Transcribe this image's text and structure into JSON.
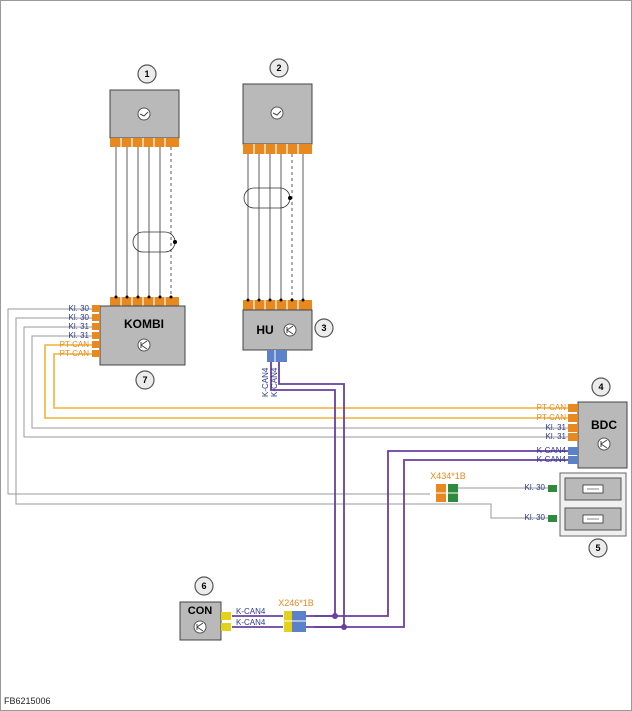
{
  "diagram": {
    "components": {
      "kombi": "KOMBI",
      "hu": "HU",
      "bdc": "BDC",
      "con": "CON"
    },
    "callouts": [
      "1",
      "2",
      "3",
      "4",
      "5",
      "6",
      "7"
    ],
    "connectors": {
      "x434": "X434*1B",
      "x246": "X246*1B"
    },
    "kombi_pins": [
      "Kl. 30",
      "Kl. 30",
      "Kl. 31",
      "Kl. 31",
      "PT-CAN",
      "PT-CAN"
    ],
    "hu_pins": [
      "K-CAN4",
      "K-CAN4"
    ],
    "bdc_pins": [
      "PT-CAN",
      "PT-CAN",
      "Kl. 31",
      "Kl. 31",
      "K-CAN4",
      "K-CAN4"
    ],
    "fuse_pins": [
      "Kl. 30",
      "Kl. 30"
    ],
    "con_pins": [
      "K-CAN4",
      "K-CAN4"
    ],
    "colors": {
      "pt_can": "#f0b23a",
      "k_can": "#6a3f9e",
      "ground": "#9a9a9a",
      "pin_orange": "#e8891f",
      "pin_blue": "#5b82c8",
      "pin_green": "#2e8b3e",
      "pin_yellow": "#e4d21a",
      "box": "#b9b9b9"
    }
  },
  "footer": "FB6215006"
}
